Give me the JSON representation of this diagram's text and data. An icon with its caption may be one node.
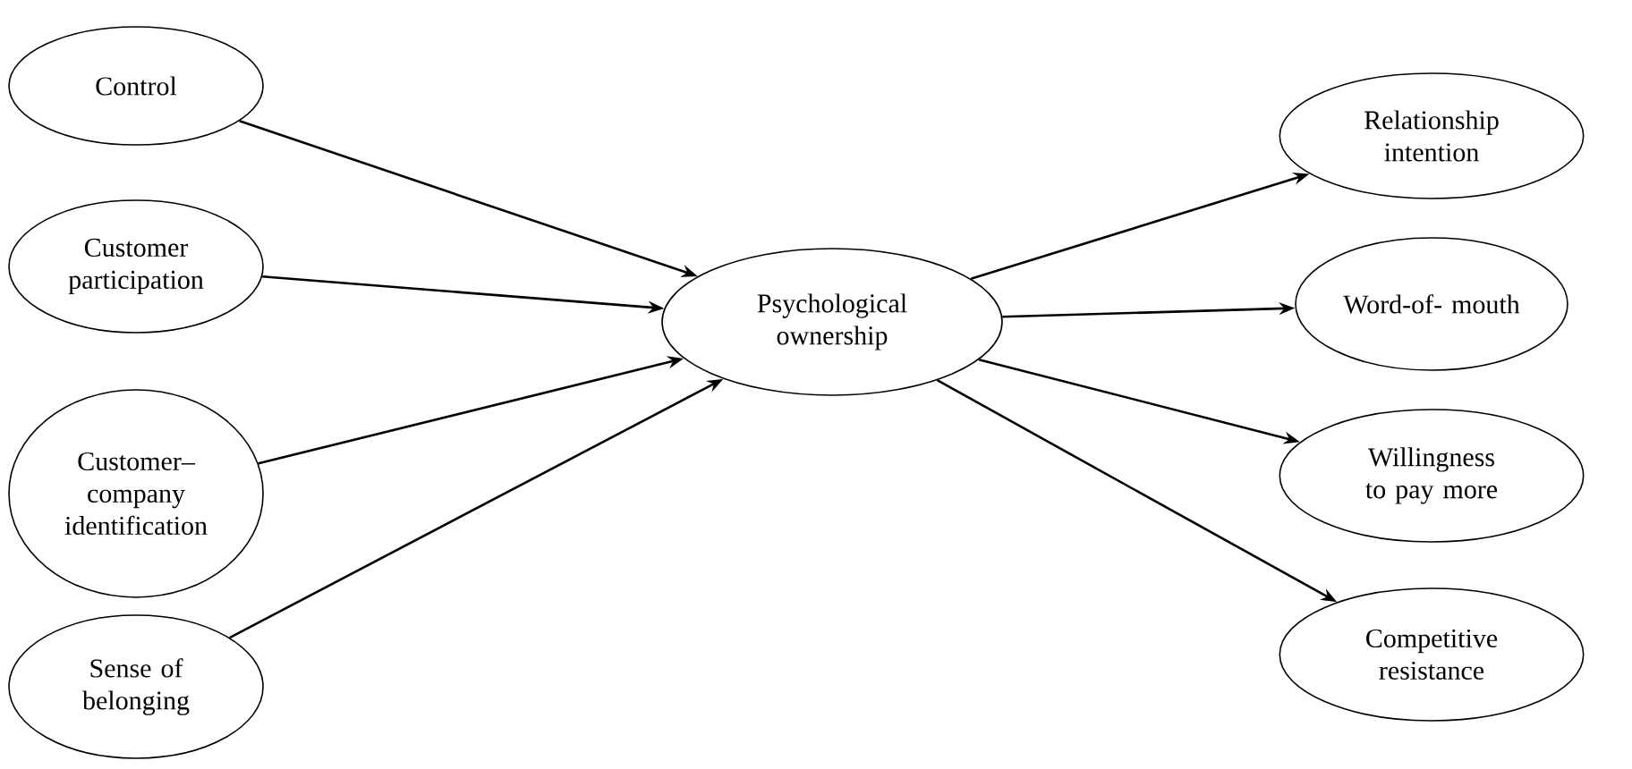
{
  "diagram": {
    "nodes": [
      {
        "text": [
          "Control"
        ]
      },
      {
        "text": [
          "Customer participation"
        ]
      },
      {
        "text": [
          "Customer– company identification"
        ]
      },
      {
        "text": [
          "Sense of belonging"
        ]
      },
      {
        "text": [
          "Psychological ownership"
        ]
      },
      {
        "text": [
          "Relationship intention"
        ]
      },
      {
        "text": [
          "Word-of- mouth"
        ]
      },
      {
        "text": [
          "Willingness to pay more"
        ]
      },
      {
        "text": [
          "Competitive resistance"
        ]
      }
    ],
    "edges": [
      {
        "from": 0,
        "to": 4,
        "arrow": "to"
      },
      {
        "from": 1,
        "to": 4,
        "arrow": "to"
      },
      {
        "from": 2,
        "to": 4,
        "arrow": "to"
      },
      {
        "from": 3,
        "to": 4,
        "arrow": "to"
      },
      {
        "from": 4,
        "to": 5,
        "arrow": "to"
      },
      {
        "from": 4,
        "to": 6,
        "arrow": "to"
      },
      {
        "from": 4,
        "to": 7,
        "arrow": "to"
      },
      {
        "from": 4,
        "to": 8,
        "arrow": "to"
      }
    ]
  }
}
